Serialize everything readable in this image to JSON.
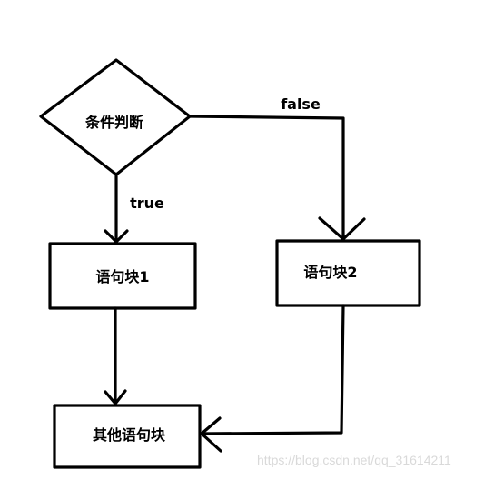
{
  "nodes": {
    "decision": "条件判断",
    "block1": "语句块1",
    "block2": "语句块2",
    "other": "其他语句块"
  },
  "edges": {
    "true_label": "true",
    "false_label": "false"
  },
  "watermark": "https://blog.csdn.net/qq_31614211"
}
